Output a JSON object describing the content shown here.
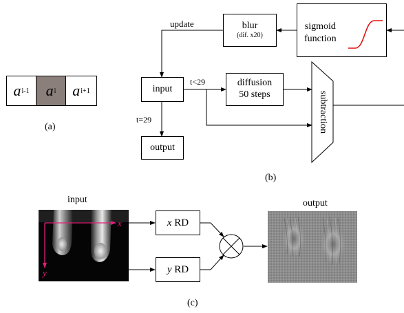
{
  "panel_a": {
    "cells": [
      {
        "base": "a",
        "sub": "i-1"
      },
      {
        "base": "a",
        "sub": "i"
      },
      {
        "base": "a",
        "sub": "i+1"
      }
    ],
    "caption": "(a)",
    "highlight_color": "#8a7f7a"
  },
  "panel_b": {
    "blur_label": "blur",
    "blur_sub": "(dif. x20)",
    "sigmoid_label_line1": "sigmoid",
    "sigmoid_label_line2": "function",
    "update_label": "update",
    "input_label": "input",
    "t_less_label": "t<29",
    "diffusion_line1": "diffusion",
    "diffusion_line2": "50 steps",
    "subtraction_label": "subtraction",
    "t_equal_label": "t=29",
    "output_label": "output",
    "caption": "(b)",
    "sigmoid_curve_color": "#e01010"
  },
  "panel_c": {
    "input_label": "input",
    "output_label": "output",
    "axis_x": "x",
    "axis_y": "y",
    "x_rd_var": "x",
    "x_rd_text": "RD",
    "y_rd_var": "y",
    "y_rd_text": "RD",
    "caption": "(c)",
    "axis_color": "#e0207a"
  }
}
